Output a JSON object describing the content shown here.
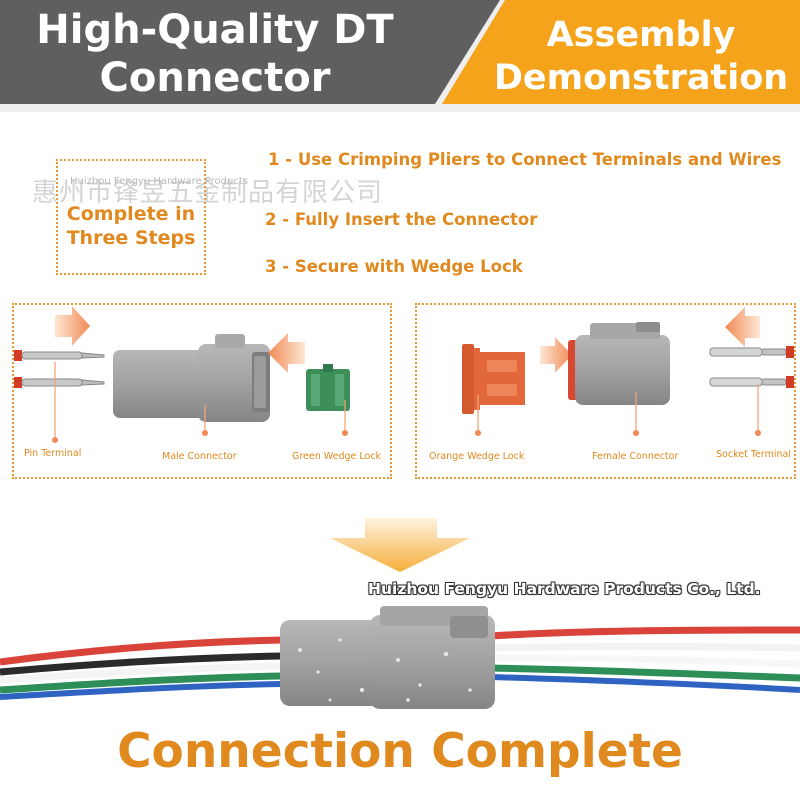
{
  "header": {
    "left_title_line1": "High-Quality DT",
    "left_title_line2": "Connector",
    "right_title_line1": "Assembly",
    "right_title_line2": "Demonstration"
  },
  "steps": {
    "title_line1": "Complete in",
    "title_line2": "Three Steps",
    "items": [
      "1 - Use Crimping Pliers to Connect Terminals and Wires",
      "2 - Fully Insert the Connector",
      "3 - Secure with Wedge Lock"
    ],
    "watermark_small": "Huizhou Fengyu Hardware Products",
    "watermark_cn": "惠州市锋昱五金制品有限公司"
  },
  "parts_left": {
    "pin_terminal": "Pin Terminal",
    "male_connector": "Male Connector",
    "green_wedge_lock": "Green Wedge Lock"
  },
  "parts_right": {
    "orange_wedge_lock": "Orange Wedge Lock",
    "female_connector": "Female Connector",
    "socket_terminal": "Socket Terminal"
  },
  "bottom": {
    "company": "Huizhou Fengyu Hardware Products Co., Ltd.",
    "complete": "Connection Complete"
  },
  "colors": {
    "header_gray": "#5f5f5f",
    "header_orange": "#f5a31b",
    "accent_orange": "#e0891e",
    "connector_gray": "#9a9a9a",
    "green_lock": "#3d8f5a",
    "orange_lock": "#e2683c"
  }
}
